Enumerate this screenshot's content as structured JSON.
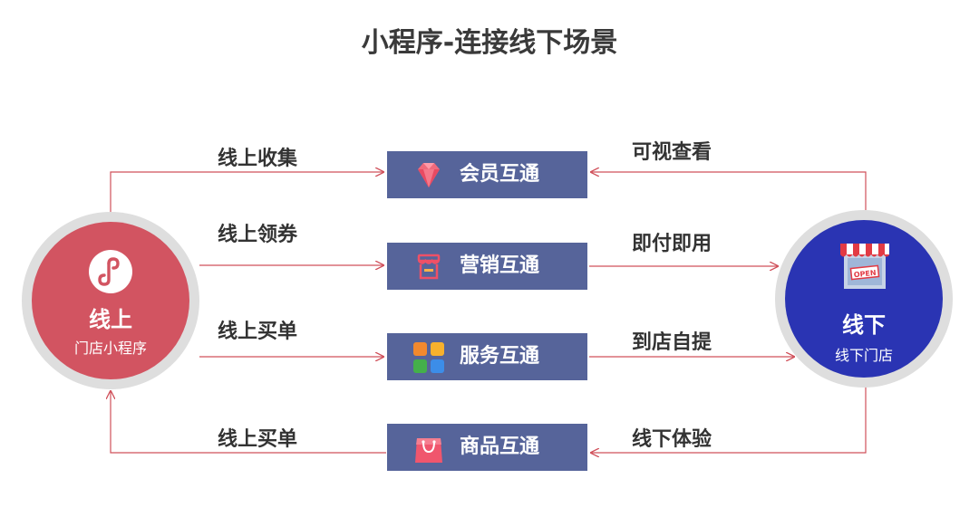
{
  "title": "小程序-连接线下场景",
  "left_node": {
    "title": "线上",
    "subtitle": "门店小程序",
    "icon": "mini-program-icon",
    "color": "#d25461"
  },
  "right_node": {
    "title": "线下",
    "subtitle": "线下门店",
    "icon": "open-store-icon",
    "color": "#2a34b3"
  },
  "boxes": [
    {
      "label": "会员互通",
      "icon": "diamond-icon"
    },
    {
      "label": "营销互通",
      "icon": "shop-awning-icon"
    },
    {
      "label": "服务互通",
      "icon": "app-grid-icon"
    },
    {
      "label": "商品互通",
      "icon": "shopping-bag-icon"
    }
  ],
  "left_labels": [
    "线上收集",
    "线上领券",
    "线上买单",
    "线上买单"
  ],
  "right_labels": [
    "可视查看",
    "即付即用",
    "到店自提",
    "线下体验"
  ],
  "colors": {
    "box": "#56649a",
    "arrow": "#d0505a"
  }
}
